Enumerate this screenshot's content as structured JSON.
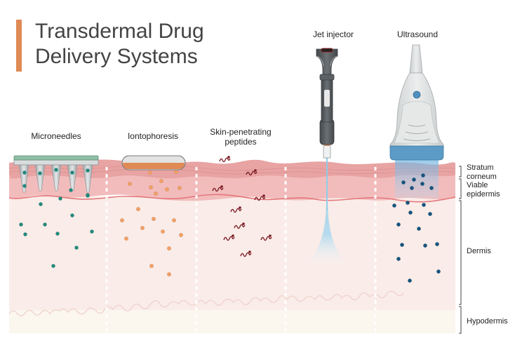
{
  "title": {
    "line1": "Transdermal Drug",
    "line2": "Delivery Systems",
    "accent_color": "#e08a55"
  },
  "methods": [
    {
      "name": "Microneedles",
      "particle_color": "#1f8a7e",
      "particle_count_skin": 15
    },
    {
      "name": "Iontophoresis",
      "particle_color": "#f2a066",
      "particle_count_skin": 17
    },
    {
      "name": "Skin-penetrating peptides",
      "line1": "Skin-penetrating",
      "line2": "peptides",
      "particle_color": "#7a1a22",
      "particle_count_skin": 9
    },
    {
      "name": "Jet injector",
      "jet_color": "#8ecbe8"
    },
    {
      "name": "Ultrasound",
      "particle_color": "#14547f",
      "particle_count_skin": 18
    }
  ],
  "layers": [
    {
      "name": "Stratum corneum",
      "line1": "Stratum",
      "line2": "corneum",
      "color": "#e8a3a3"
    },
    {
      "name": "Viable epidermis",
      "line1": "Viable",
      "line2": "epidermis",
      "color": "#f2bcbc"
    },
    {
      "name": "Dermis",
      "color": "#faece8"
    },
    {
      "name": "Hypodermis",
      "color": "#fbf6ee"
    }
  ],
  "colors": {
    "microneedle_base": "#8fbfa4",
    "patch_orange": "#e08a55",
    "ultrasound_blue": "#5b9bc6",
    "device_gray": "#555a5e"
  }
}
